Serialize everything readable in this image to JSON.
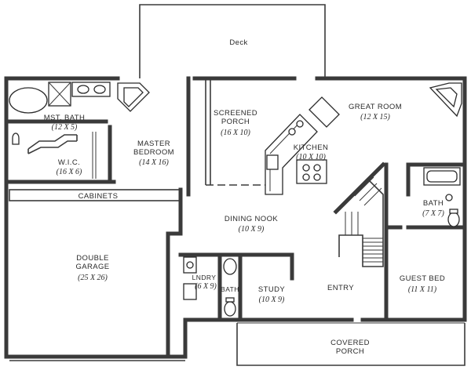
{
  "plan": {
    "deck": {
      "name": "Deck"
    },
    "rooms": {
      "mst_bath": {
        "name": "MST. BATH",
        "dim": "(12 X 5)"
      },
      "wic": {
        "name": "W.I.C.",
        "dim": "(16 X 6)"
      },
      "master_bedroom": {
        "name1": "MASTER",
        "name2": "BEDROOM",
        "dim": "(14 X 16)"
      },
      "screened_porch": {
        "name1": "SCREENED",
        "name2": "PORCH",
        "dim": "(16 X 10)"
      },
      "kitchen": {
        "name": "KITCHEN",
        "dim": "(10 X 10)"
      },
      "great_room": {
        "name": "GREAT ROOM",
        "dim": "(12 X 15)"
      },
      "cabinets": {
        "name": "CABINETS"
      },
      "bath_right": {
        "name": "BATH",
        "dim": "(7 X 7)"
      },
      "dining_nook": {
        "name": "DINING NOOK",
        "dim": "(10 X 9)"
      },
      "double_garage": {
        "name1": "DOUBLE",
        "name2": "GARAGE",
        "dim": "(25 X 26)"
      },
      "laundry": {
        "name": "LNDRY",
        "dim": "(6 X 9)"
      },
      "bath_small": {
        "name": "BATH"
      },
      "study": {
        "name": "STUDY",
        "dim": "(10 X 9)"
      },
      "entry": {
        "name": "ENTRY"
      },
      "guest_bed": {
        "name": "GUEST BED",
        "dim": "(11 X 11)"
      },
      "covered_porch": {
        "name1": "COVERED",
        "name2": "PORCH"
      }
    }
  }
}
